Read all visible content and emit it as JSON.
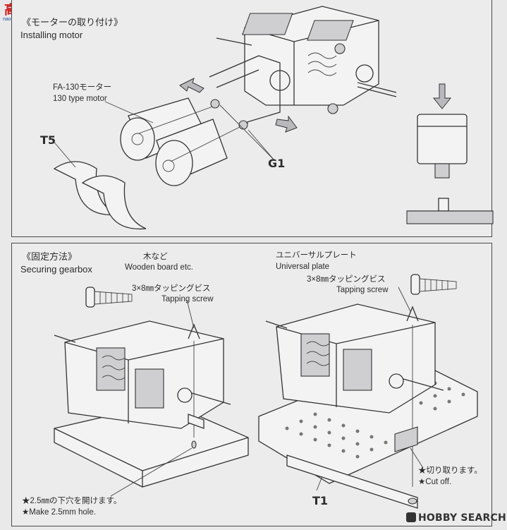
{
  "watermark_top_left": {
    "text": "高手网",
    "url": "nao-shou.com"
  },
  "watermark_bottom_right": {
    "text": "HOBBY SEARCH"
  },
  "top_panel": {
    "title_jp": "《モーターの取り付け》",
    "title_en": "Installing motor",
    "motor_label_jp": "FA-130モーター",
    "motor_label_en": "130 type motor",
    "part_t5": "T5",
    "part_g1": "G1"
  },
  "bottom_panel": {
    "title_jp": "《固定方法》",
    "title_en": "Securing gearbox",
    "wood_jp": "木など",
    "wood_en": "Wooden board etc.",
    "universal_jp": "ユニバーサルプレート",
    "universal_en": "Universal plate",
    "screw_left_jp": "3×8㎜タッピングビス",
    "screw_left_en": "Tapping screw",
    "screw_right_jp": "3×8㎜タッピングビス",
    "screw_right_en": "Tapping screw",
    "hole_jp": "★2.5㎜の下穴を開けます。",
    "hole_en": "★Make 2.5mm hole.",
    "cut_jp": "★切り取ります。",
    "cut_en": "★Cut off.",
    "part_t1": "T1"
  }
}
